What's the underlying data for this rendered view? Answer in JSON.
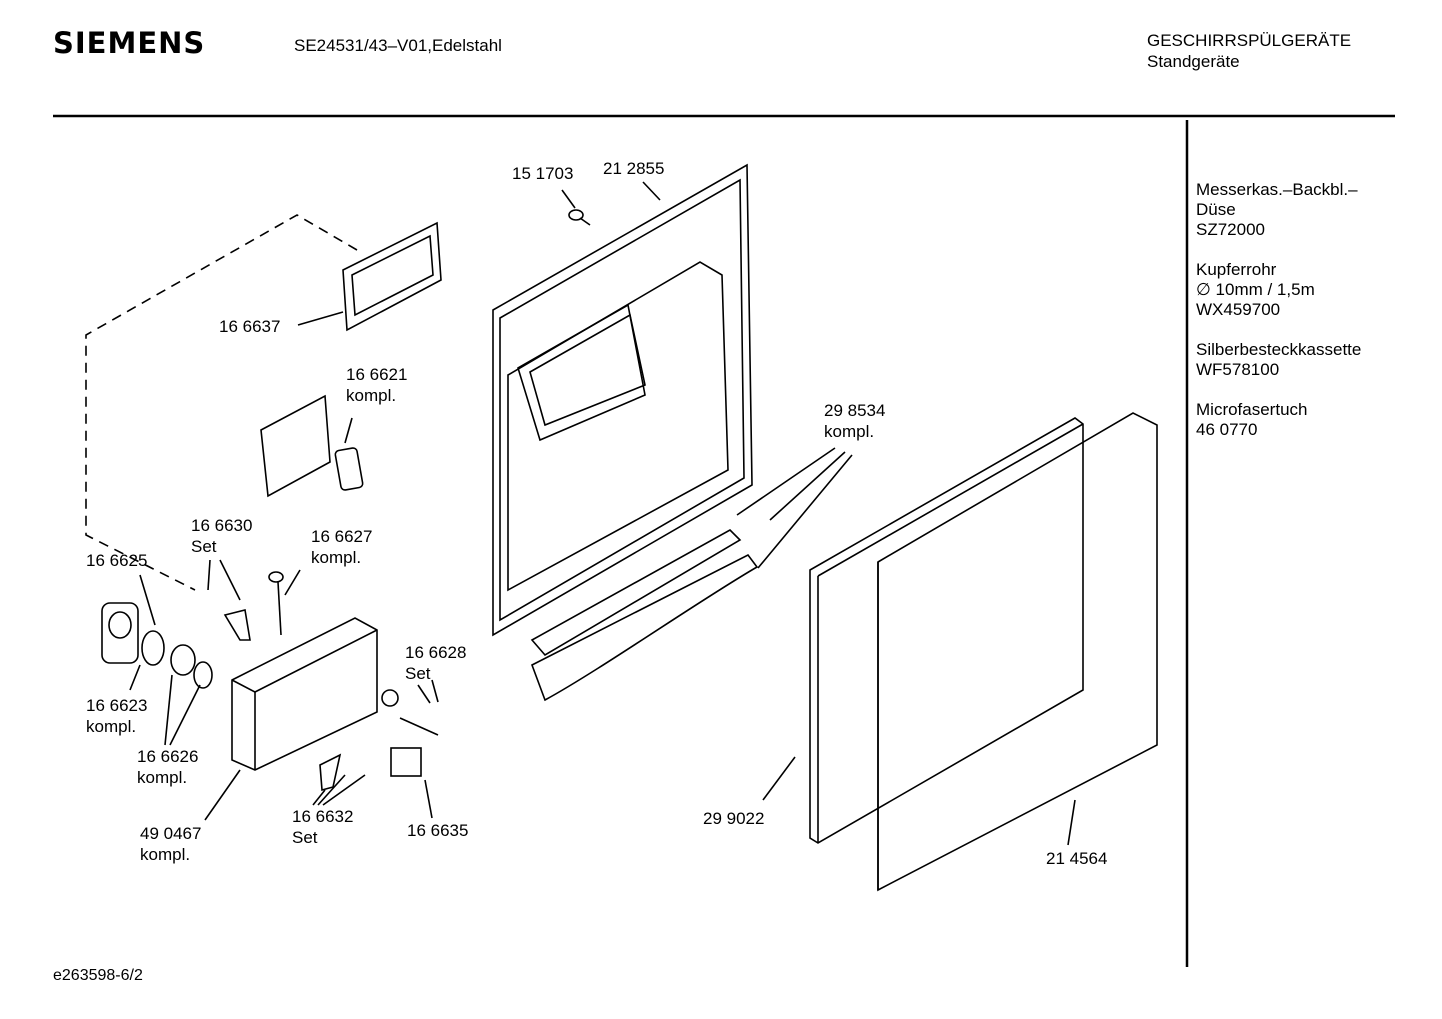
{
  "header": {
    "brand": "SIEMENS",
    "model": "SE24531/43–V01,Edelstahl",
    "category": "GESCHIRRSPÜLGERÄTE",
    "subcategory": "Standgeräte"
  },
  "parts": [
    {
      "number": "15 1703"
    },
    {
      "number": "21 2855"
    },
    {
      "number": "16 6637"
    },
    {
      "number": "16 6621",
      "note": "kompl."
    },
    {
      "number": "29 8534",
      "note": "kompl."
    },
    {
      "number": "16 6630",
      "note": "Set"
    },
    {
      "number": "16 6627",
      "note": "kompl."
    },
    {
      "number": "16 6625"
    },
    {
      "number": "16 6628",
      "note": "Set"
    },
    {
      "number": "16 6623",
      "note": "kompl."
    },
    {
      "number": "16 6626",
      "note": "kompl."
    },
    {
      "number": "49 0467",
      "note": "kompl."
    },
    {
      "number": "16 6632",
      "note": "Set"
    },
    {
      "number": "16 6635"
    },
    {
      "number": "29 9022"
    },
    {
      "number": "21 4564"
    }
  ],
  "accessories": [
    {
      "lines": [
        "Messerkas.–Backbl.–",
        "Düse",
        "SZ72000"
      ]
    },
    {
      "lines": [
        "Kupferrohr",
        "∅ 10mm / 1,5m",
        "WX459700"
      ]
    },
    {
      "lines": [
        "Silberbesteckkassette",
        "WF578100"
      ]
    },
    {
      "lines": [
        "Microfasertuch",
        "46 0770"
      ]
    }
  ],
  "footer": {
    "code": "e263598-6/2"
  }
}
